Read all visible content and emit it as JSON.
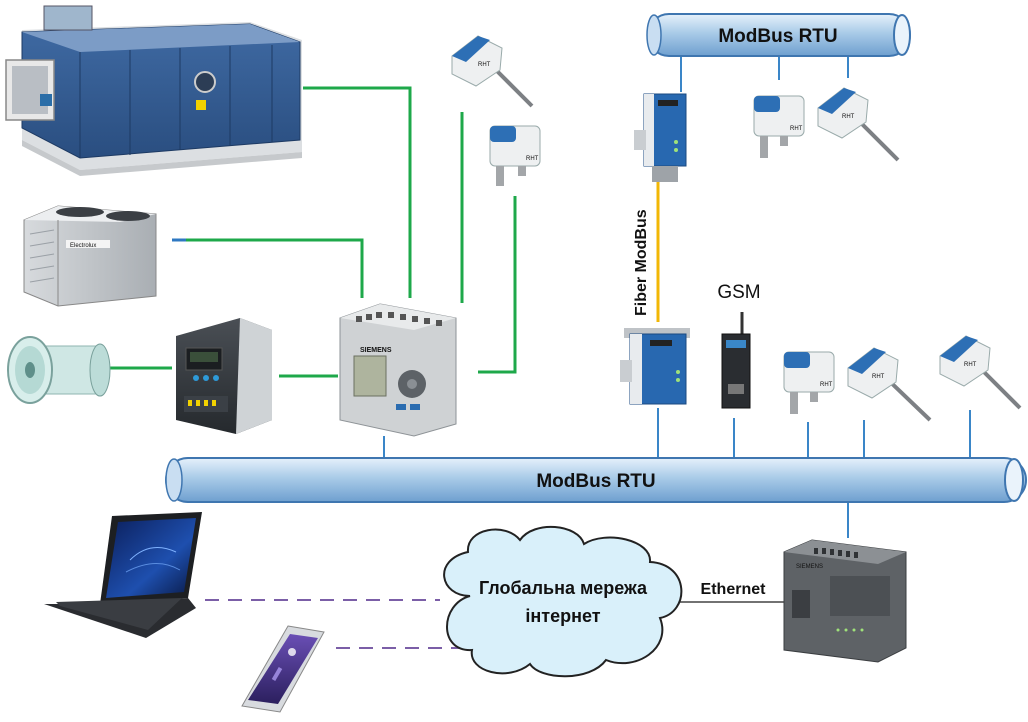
{
  "labels": {
    "bus_top": "ModBus RTU",
    "bus_main": "ModBus RTU",
    "fiber": "Fiber ModBus",
    "gsm": "GSM",
    "ethernet": "Ethernet",
    "cloud_line1": "Глобальна мережа",
    "cloud_line2": "інтернет",
    "sensor_brand": "RHT",
    "controller_brand": "SIEMENS"
  },
  "colors": {
    "bus_fill": "#a9cbe8",
    "bus_edge": "#3f76b0",
    "link_green": "#1ea84a",
    "link_blue": "#2e78c2",
    "link_fiber": "#f2b705",
    "link_dashed": "#7b5ea7",
    "cloud_fill": "#d9f0fa"
  }
}
